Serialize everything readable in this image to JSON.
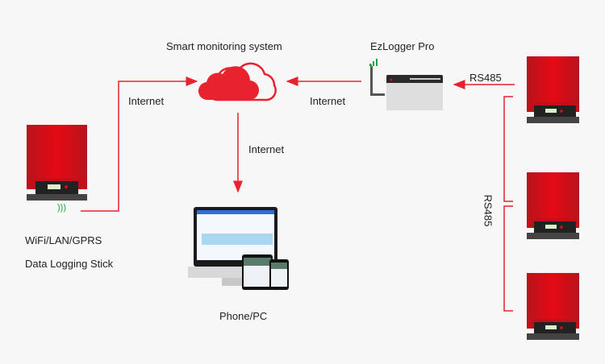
{
  "colors": {
    "accent": "#e8232f",
    "inverter_red": "#d9141f",
    "background": "#f7f7f7"
  },
  "labels": {
    "cloud": "Smart monitoring system",
    "logger": "EzLogger Pro",
    "internet_left": "Internet",
    "internet_right": "Internet",
    "internet_down": "Internet",
    "rs485_h": "RS485",
    "rs485_v": "RS485",
    "stick_line1": "WiFi/LAN/GPRS",
    "stick_line2": "Data Logging Stick",
    "devices": "Phone/PC"
  },
  "nodes": [
    "inverter-left",
    "cloud",
    "ezlogger",
    "inverter-right-1",
    "inverter-right-2",
    "inverter-right-3",
    "phone-pc"
  ]
}
